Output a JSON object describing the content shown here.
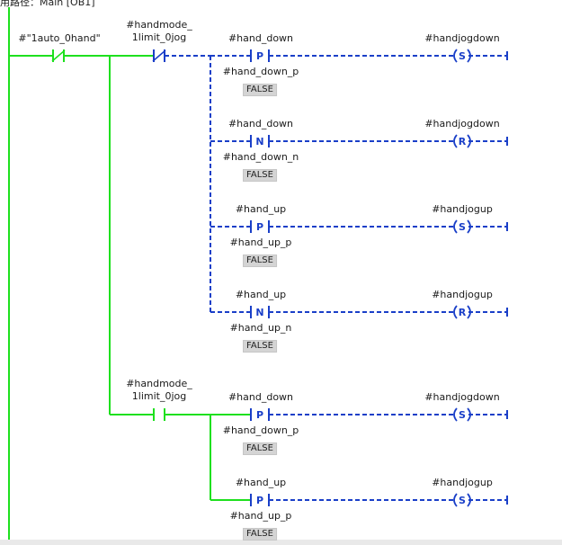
{
  "header": {
    "path_text": "用路径：Main [OB1]"
  },
  "colors": {
    "powered": "#1ee01e",
    "unpowered": "#1a3fc8",
    "badge_bg": "#d4d4d4"
  },
  "network": {
    "auto_contact": {
      "operand": "#\"1auto_0hand\"",
      "type": "normally-closed"
    },
    "upper_limit_contact": {
      "operand_line1": "#handmode_",
      "operand_line2": "1limit_0jog",
      "type": "normally-closed"
    },
    "upper_branches": [
      {
        "edge_operand": "#hand_down",
        "edge_type": "P",
        "memory": "#hand_down_p",
        "memory_value": "FALSE",
        "coil_operand": "#handjogdown",
        "coil_type": "S"
      },
      {
        "edge_operand": "#hand_down",
        "edge_type": "N",
        "memory": "#hand_down_n",
        "memory_value": "FALSE",
        "coil_operand": "#handjogdown",
        "coil_type": "R"
      },
      {
        "edge_operand": "#hand_up",
        "edge_type": "P",
        "memory": "#hand_up_p",
        "memory_value": "FALSE",
        "coil_operand": "#handjogup",
        "coil_type": "S"
      },
      {
        "edge_operand": "#hand_up",
        "edge_type": "N",
        "memory": "#hand_up_n",
        "memory_value": "FALSE",
        "coil_operand": "#handjogup",
        "coil_type": "R"
      }
    ],
    "lower_limit_contact": {
      "operand_line1": "#handmode_",
      "operand_line2": "1limit_0jog",
      "type": "normally-open"
    },
    "lower_branches": [
      {
        "edge_operand": "#hand_down",
        "edge_type": "P",
        "memory": "#hand_down_p",
        "memory_value": "FALSE",
        "coil_operand": "#handjogdown",
        "coil_type": "S"
      },
      {
        "edge_operand": "#hand_up",
        "edge_type": "P",
        "memory": "#hand_up_p",
        "memory_value": "FALSE",
        "coil_operand": "#handjogup",
        "coil_type": "S"
      }
    ]
  }
}
